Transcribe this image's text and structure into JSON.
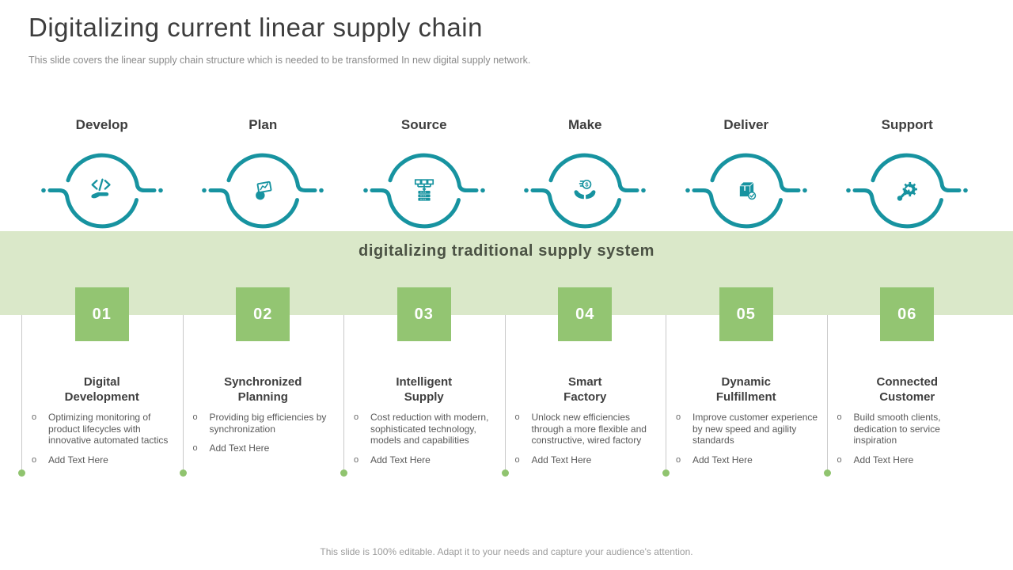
{
  "slide": {
    "title": "Digitalizing current linear supply chain",
    "subtitle": "This slide covers the linear supply chain structure which is needed to be transformed In new digital supply network.",
    "banner": "digitalizing traditional supply system",
    "footer": "This slide is 100% editable. Adapt it to your needs and capture your audience's attention."
  },
  "colors": {
    "teal": "#1793a0",
    "banner_bg": "#dae8c9",
    "box_green": "#93c572",
    "dot_green": "#90c46f",
    "heading_text": "#3f3f3f",
    "body_text": "#595959",
    "muted_text": "#9b9b9b",
    "divider_line": "#c9c9c9"
  },
  "stages": [
    {
      "label": "Develop",
      "icon": "code-hand-icon"
    },
    {
      "label": "Plan",
      "icon": "plan-report-hand-icon"
    },
    {
      "label": "Source",
      "icon": "server-network-icon"
    },
    {
      "label": "Make",
      "icon": "money-hands-icon"
    },
    {
      "label": "Deliver",
      "icon": "package-check-icon"
    },
    {
      "label": "Support",
      "icon": "wrench-gear-icon"
    }
  ],
  "steps": [
    {
      "number": "01",
      "title": "Digital\nDevelopment",
      "bullets": [
        "Optimizing monitoring of product lifecycles with innovative automated tactics",
        "Add Text Here"
      ]
    },
    {
      "number": "02",
      "title": "Synchronized\nPlanning",
      "bullets": [
        "Providing big efficiencies by synchronization",
        "Add Text Here"
      ]
    },
    {
      "number": "03",
      "title": "Intelligent\nSupply",
      "bullets": [
        "Cost reduction with modern, sophisticated technology, models and capabilities",
        "Add Text Here"
      ]
    },
    {
      "number": "04",
      "title": "Smart\nFactory",
      "bullets": [
        "Unlock new efficiencies through a more flexible and constructive, wired factory",
        "Add Text Here"
      ]
    },
    {
      "number": "05",
      "title": "Dynamic\nFulfillment",
      "bullets": [
        "Improve customer experience by new speed and agility standards",
        "Add Text Here"
      ]
    },
    {
      "number": "06",
      "title": "Connected\nCustomer",
      "bullets": [
        "Build smooth clients, dedication to service inspiration",
        "Add Text Here"
      ]
    }
  ]
}
